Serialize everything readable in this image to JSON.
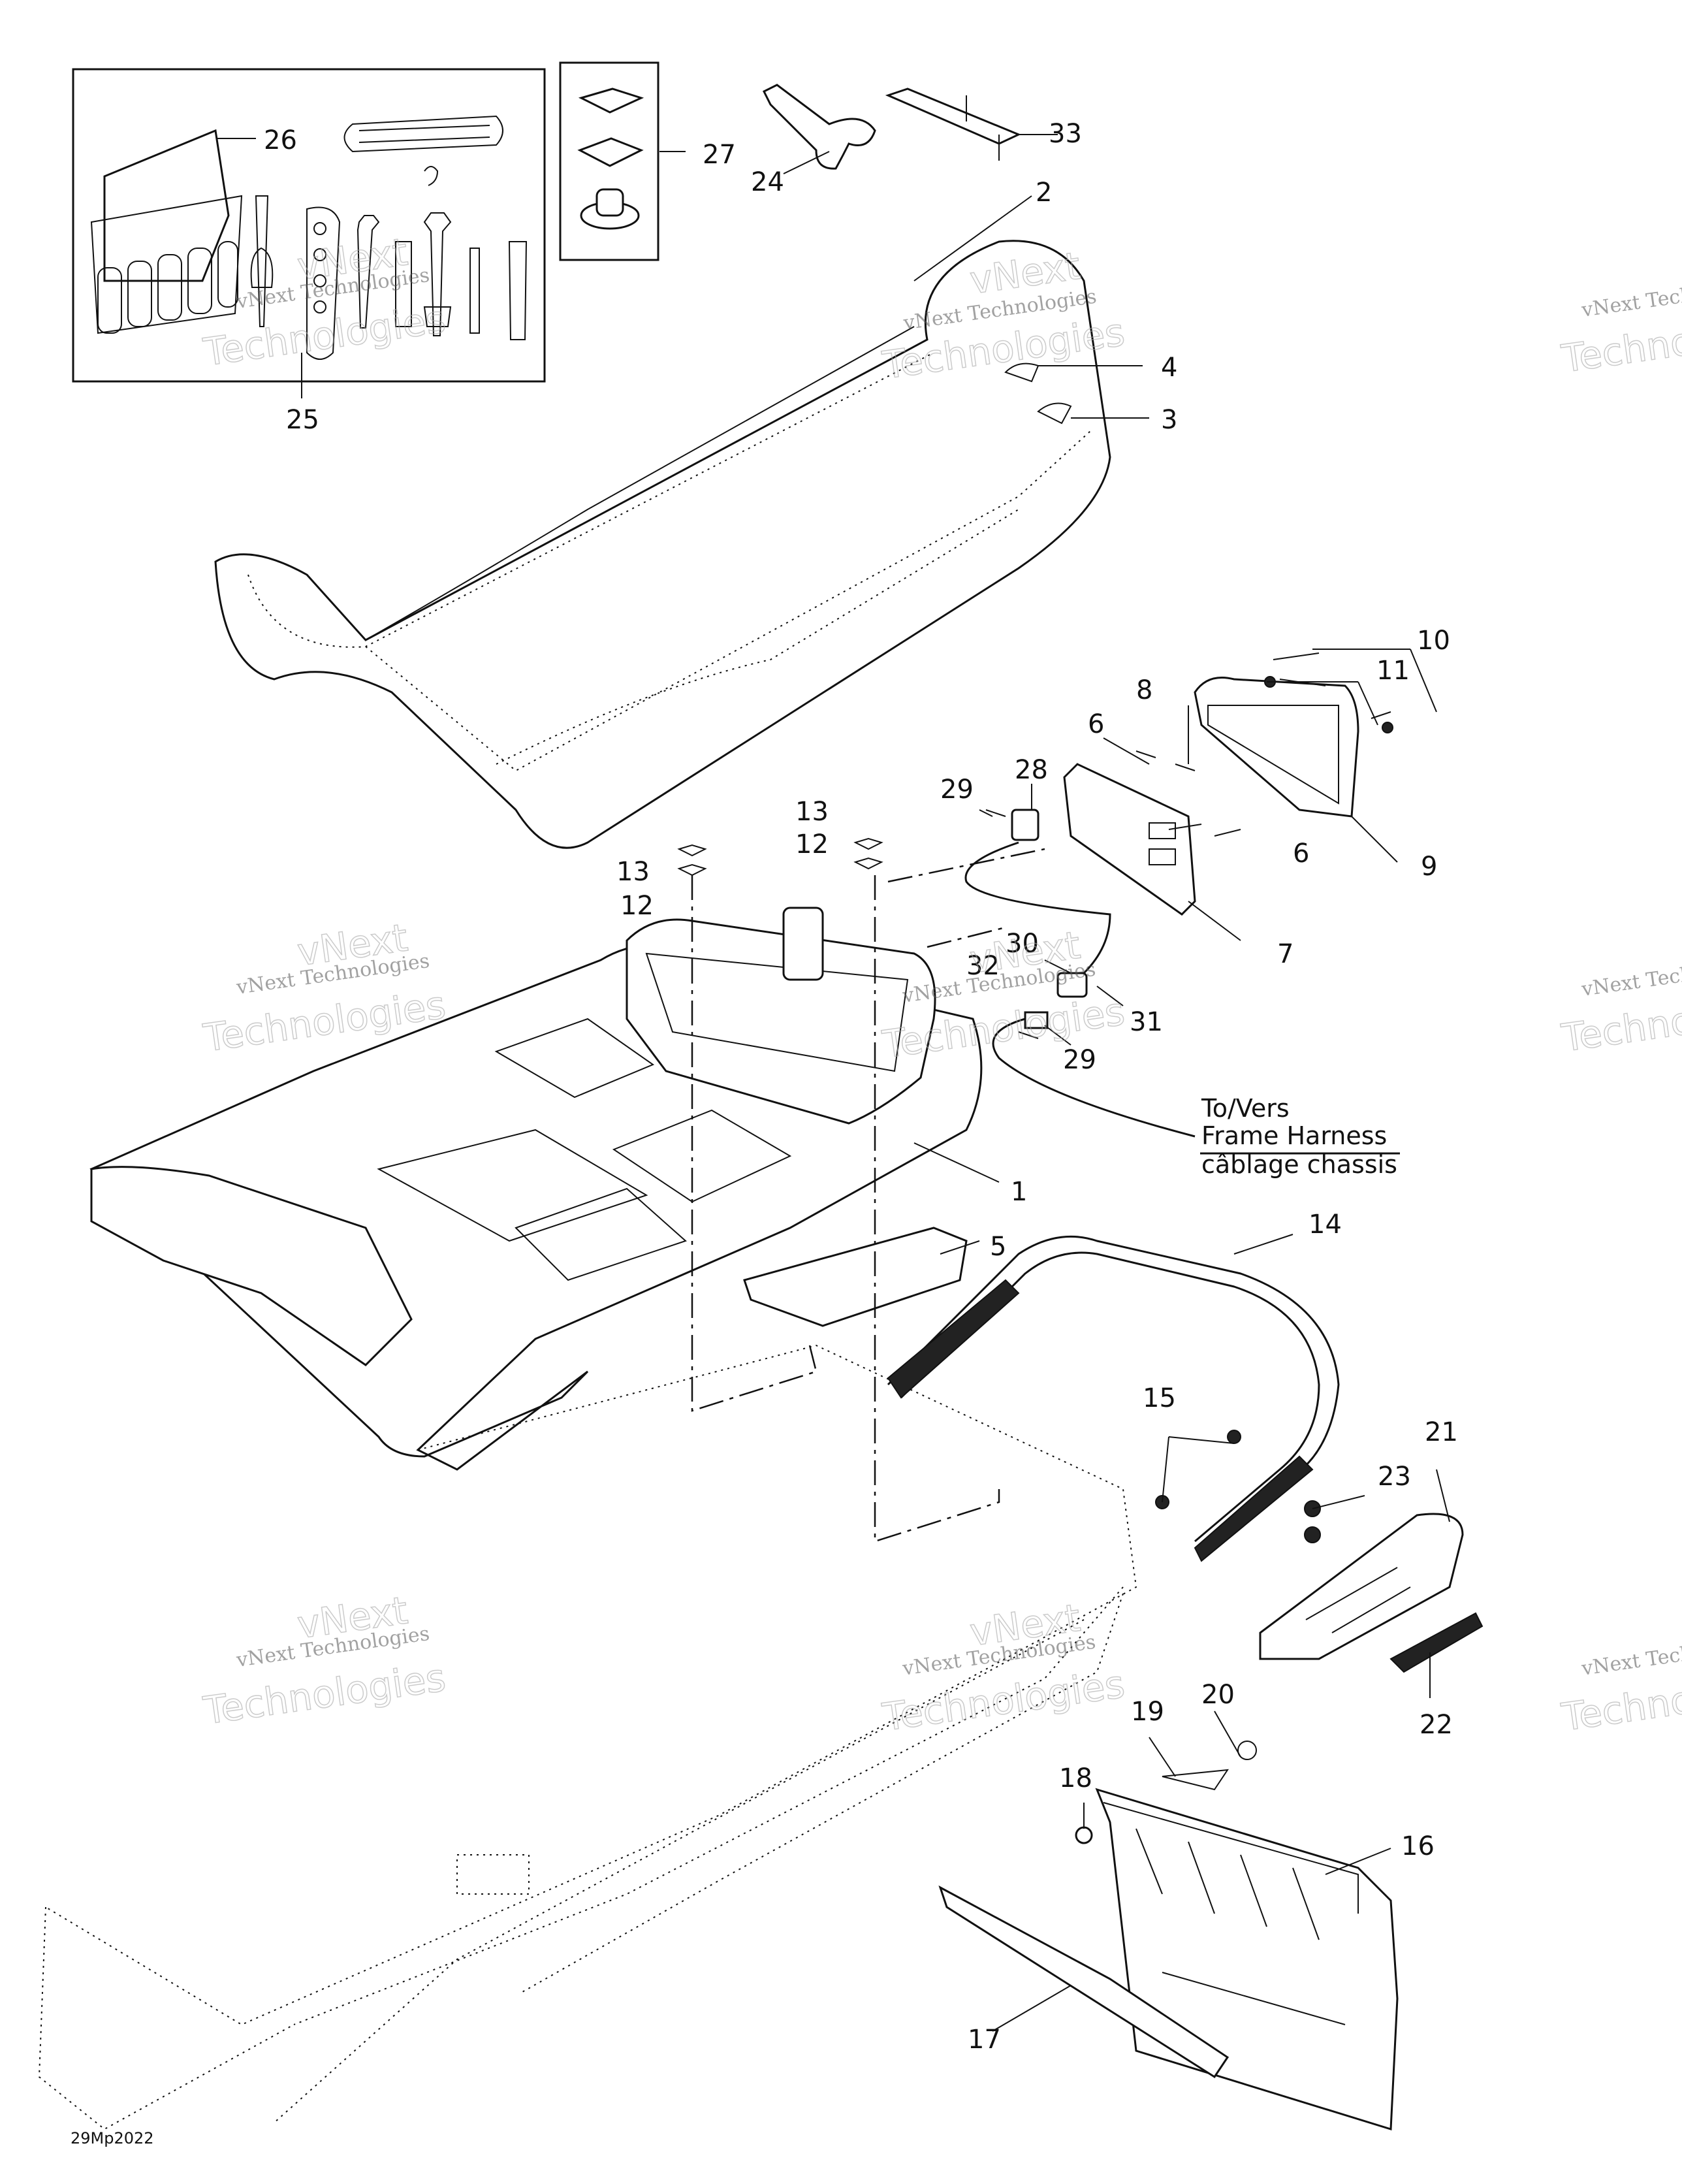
{
  "callouts": {
    "p1": "1",
    "p2": "2",
    "p3": "3",
    "p4": "4",
    "p5": "5",
    "p6a": "6",
    "p6b": "6",
    "p7": "7",
    "p8": "8",
    "p9": "9",
    "p10": "10",
    "p11": "11",
    "p12a": "12",
    "p12b": "12",
    "p13a": "13",
    "p13b": "13",
    "p14": "14",
    "p15": "15",
    "p16": "16",
    "p17": "17",
    "p18": "18",
    "p19": "19",
    "p20": "20",
    "p21": "21",
    "p22": "22",
    "p23": "23",
    "p24": "24",
    "p25": "25",
    "p26": "26",
    "p27": "27",
    "p28": "28",
    "p29a": "29",
    "p29b": "29",
    "p30": "30",
    "p31": "31",
    "p32": "32",
    "p33": "33"
  },
  "harness_note": {
    "line1": "To/Vers",
    "line2": "Frame Harness",
    "line3": "câblage chassis"
  },
  "drawing_ref": "29Mp2022",
  "watermark": {
    "small": "vNext Technologies",
    "big_top": "vNext",
    "big_bottom": "Technologies"
  },
  "colors": {
    "line": "#111111",
    "background": "#ffffff",
    "watermark": "#777777"
  }
}
